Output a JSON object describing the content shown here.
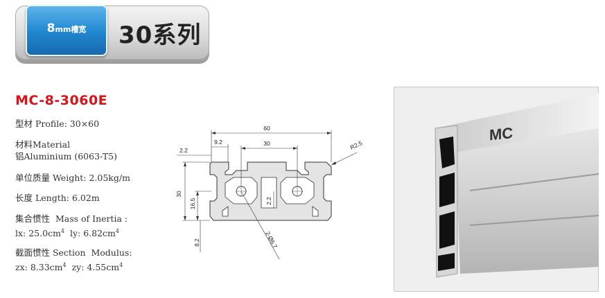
{
  "header": {
    "slot_width": "8",
    "slot_unit": "mm",
    "slot_label": "槽宽",
    "series": "30系列"
  },
  "product": {
    "model": "MC-8-3060E",
    "profile": "型材 Profile: 30×60",
    "material_line1": "材料Material",
    "material_line2": "铝Aluminium (6063-T5)",
    "weight": "单位质量 Weight: 2.05kg/m",
    "length": "长度 Length: 6.02m",
    "inertia_title": "集合惯性  Mass of Inertia :",
    "inertia_lx": "lx: 25.0cm",
    "inertia_ly": "ly: 6.82cm",
    "inertia_exp": "4",
    "modulus_title": "截面惯性 Section  Modulus:",
    "modulus_zx": "zx: 8.33cm",
    "modulus_zy": "zy: 4.55cm",
    "modulus_exp": "4"
  },
  "drawing": {
    "dim_overall_width": "60",
    "dim_center_spacing": "30",
    "dim_slot_offset": "9.2",
    "dim_lip": "2.2",
    "dim_radius": "R2.5",
    "dim_height": "30",
    "dim_half_height": "16.5",
    "dim_wall": "2.2",
    "dim_slot_depth": "8.2",
    "dim_hole": "2-Ø6.7"
  },
  "photo": {
    "brand_mark": "MC"
  }
}
